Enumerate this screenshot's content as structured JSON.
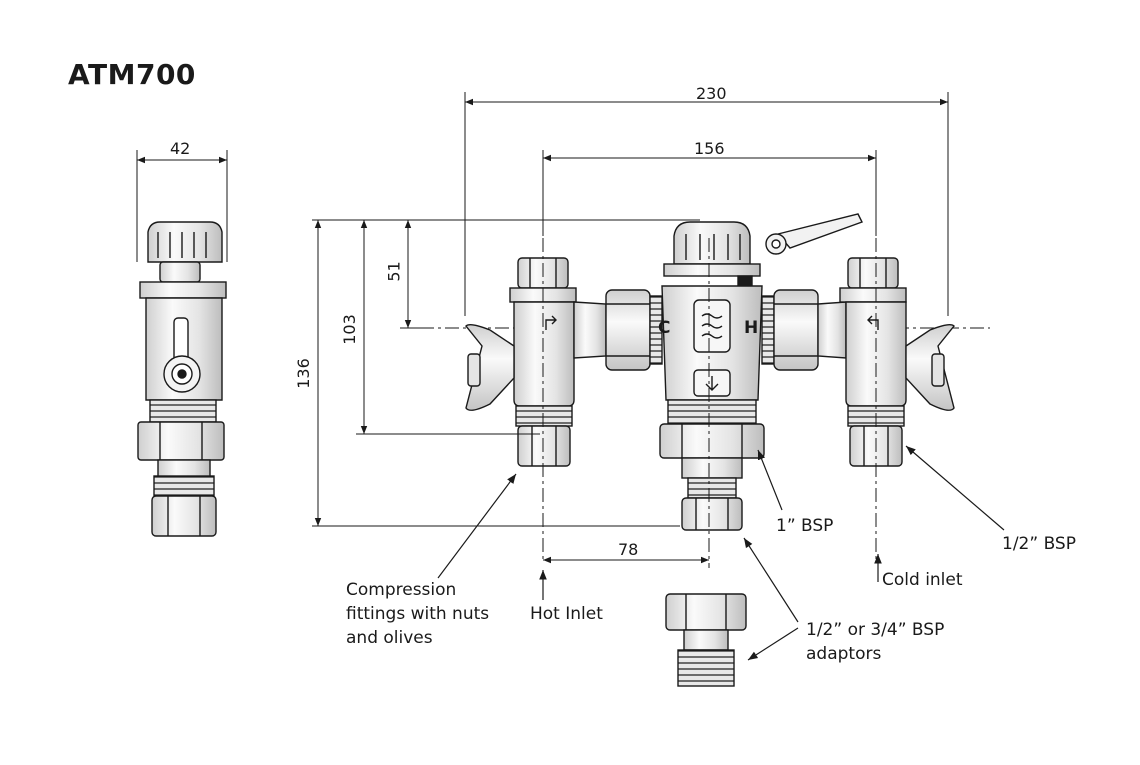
{
  "diagram": {
    "title": "ATM700",
    "dimensions": {
      "overall_width": "230",
      "inlet_spacing": "156",
      "side_width": "42",
      "height_top_to_axis": "51",
      "height_top_to_fitting": "103",
      "overall_height": "136",
      "outlet_offset": "78"
    },
    "labels": {
      "compression_1": "Compression",
      "compression_2": "fittings with nuts",
      "compression_3": "and olives",
      "hot_inlet": "Hot Inlet",
      "cold_inlet": "Cold inlet",
      "bsp_1": "1” BSP",
      "bsp_half": "1/2” BSP",
      "adaptors_1": "1/2” or 3/4” BSP",
      "adaptors_2": "adaptors"
    },
    "valve_marks": {
      "cold": "C",
      "hot": "H"
    },
    "colors": {
      "line": "#1a1a1a",
      "fill": "#f4f4f4",
      "shade": "#d9d9d9"
    }
  }
}
